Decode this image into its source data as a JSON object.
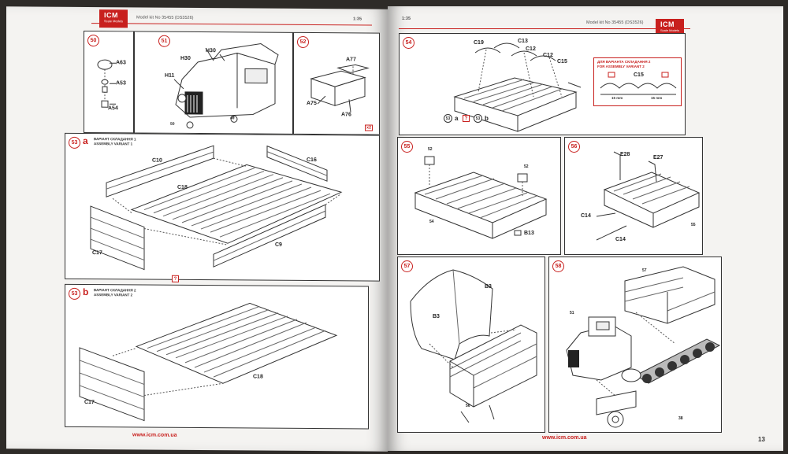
{
  "left_page": {
    "logo": "ICM",
    "logo_sub": "Scale Models",
    "model": "Model kit No 35455 (DS3526)",
    "scale": "1:35",
    "footer_url": "www.icm.com.ua",
    "steps": {
      "s50": {
        "num": "50",
        "labels": [
          "A63",
          "A53",
          "A54"
        ]
      },
      "s51": {
        "num": "51",
        "labels": [
          "H30",
          "H30",
          "H11"
        ],
        "refs": [
          "50",
          "49"
        ]
      },
      "s52": {
        "num": "52",
        "labels": [
          "A77",
          "A75",
          "A76"
        ],
        "multiplier": "x2"
      },
      "s53a": {
        "num": "53",
        "variant": "a",
        "caption_1": "ВАРІАНТ СКЛАДАННЯ 1",
        "caption_2": "ASSEMBLY VARIANT 1",
        "labels": [
          "C10",
          "C16",
          "C18",
          "C17",
          "C9"
        ]
      },
      "s53b": {
        "num": "53",
        "variant": "b",
        "caption_1": "ВАРІАНТ СКЛАДАННЯ 2",
        "caption_2": "ASSEMBLY VARIANT 2",
        "labels": [
          "C18",
          "C17"
        ]
      }
    },
    "link_box": "?"
  },
  "right_page": {
    "logo": "ICM",
    "logo_sub": "Scale Models",
    "model": "Model kit No 35455 (DS3526)",
    "scale": "1:35",
    "footer_url": "www.icm.com.ua",
    "page_number": "13",
    "steps": {
      "s54": {
        "num": "54",
        "labels": [
          "C19",
          "C13",
          "C12",
          "C12",
          "C15"
        ],
        "inset_caption_1": "ДЛЯ ВАРІАНТА СКЛАДАННЯ 2",
        "inset_caption_2": "FOR ASSEMBLY VARIANT 2",
        "inset_label": "C15",
        "dim_left": "15 mm",
        "dim_right": "15 mm",
        "ref_a": "53",
        "variant_a": "a",
        "link": "?",
        "ref_b": "53",
        "variant_b": "b"
      },
      "s55": {
        "num": "55",
        "labels": [
          "B13"
        ],
        "refs": [
          "52",
          "52",
          "54"
        ]
      },
      "s56": {
        "num": "56",
        "labels": [
          "E28",
          "E27",
          "C14",
          "C14"
        ],
        "refs": [
          "55"
        ]
      },
      "s57": {
        "num": "57",
        "labels": [
          "B3",
          "B3"
        ],
        "refs": [
          "56"
        ]
      },
      "s58": {
        "num": "58",
        "refs": [
          "57",
          "51",
          "38"
        ]
      }
    }
  }
}
